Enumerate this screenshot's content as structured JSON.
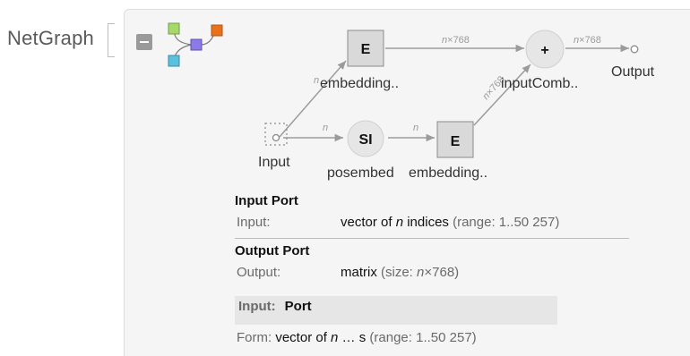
{
  "header": {
    "label": "NetGraph"
  },
  "graph": {
    "nodes": {
      "embedding_top": {
        "symbol": "E",
        "label": "embedding.."
      },
      "posembed": {
        "symbol": "SI",
        "label": "posembed"
      },
      "embedding_bottom": {
        "symbol": "E",
        "label": "embedding.."
      },
      "inputCombine": {
        "symbol": "+",
        "label": "inputComb.."
      },
      "input": {
        "label": "Input"
      },
      "output": {
        "label": "Output"
      }
    },
    "edges": {
      "e1": {
        "var": "n",
        "size": "768"
      },
      "e2": {
        "var": "n",
        "size": "768"
      },
      "e3": {
        "var": "n",
        "size": "768"
      },
      "in_top": {
        "var": "n"
      },
      "in_mid": {
        "var": "n"
      },
      "mid_bottom": {
        "var": "n"
      }
    },
    "times": "×"
  },
  "info": {
    "input_port": {
      "title": "Input Port",
      "key": "Input:",
      "value_prefix": "vector of ",
      "value_var": "n",
      "value_suffix": " indices",
      "range": "(range: 1..50 257)"
    },
    "output_port": {
      "title": "Output Port",
      "key": "Output:",
      "value_prefix": "matrix",
      "size_text_prefix": "(size: ",
      "size_var": "n",
      "size_text_suffix": "×768)"
    },
    "port_bar": {
      "key": "Input:",
      "value": "Port"
    },
    "form": {
      "key": "Form:",
      "value_prefix": "vector of ",
      "value_var": "n",
      "value_suffix": " … s",
      "range": "(range: 1..50 257)"
    }
  },
  "colors": {
    "panel_bg": "#f5f5f5",
    "node_e_fill": "#d9d9d9",
    "node_e_stroke": "#8a8a8a",
    "node_circle_fill": "#e6e6e6",
    "edge": "#9b9b9b",
    "thumb_green": "#a6d96a",
    "thumb_blue": "#5bc0de",
    "thumb_purple": "#8c7ae6",
    "thumb_orange": "#e8711c"
  },
  "icons": {
    "collapse": "minus-square-icon",
    "thumbnail": "graph-thumbnail-icon"
  }
}
